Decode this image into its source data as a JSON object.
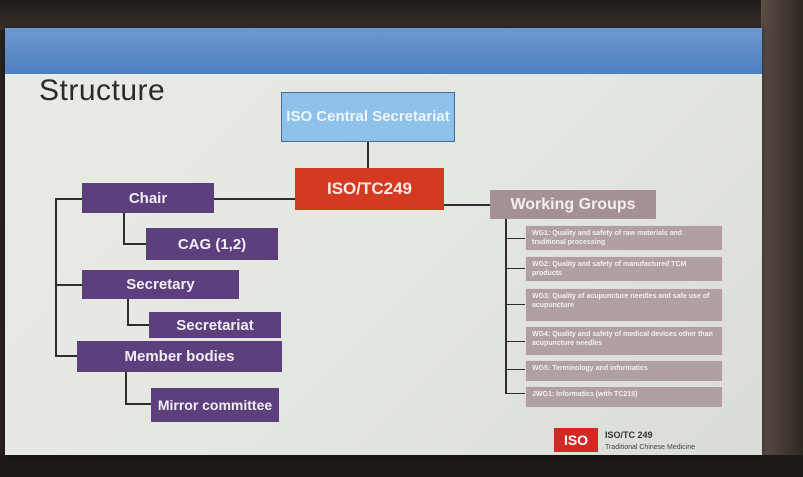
{
  "slide_title": "Structure",
  "central_secretariat": "ISO Central Secretariat",
  "committee": "ISO/TC249",
  "left": {
    "chair": "Chair",
    "cag": "CAG (1,2)",
    "secretary": "Secretary",
    "secretariat": "Secretariat",
    "member_bodies": "Member bodies",
    "mirror_committee": "Mirror committee"
  },
  "working_groups": {
    "title": "Working Groups",
    "items": [
      "WG1: Quality and safety of raw materials and traditional processing",
      "WG2: Quality and safety of manufactured TCM products",
      "WG3: Quality of acupuncture needles and safe use of acupuncture",
      "WG4: Quality and safety of medical devices other than acupuncture needles",
      "WG5: Terminology and informatics",
      "JWG1: Informatics (with TC215)"
    ]
  },
  "footer": {
    "logo": "ISO",
    "name": "ISO/TC 249",
    "subtitle": "Traditional Chinese Medicine"
  },
  "colors": {
    "topbar": "#5a88c6",
    "purple_box": "#5e3f7d",
    "committee_box": "#d43a22",
    "central_box": "#8ec2ea",
    "wg_box": "#b0a0a0"
  }
}
